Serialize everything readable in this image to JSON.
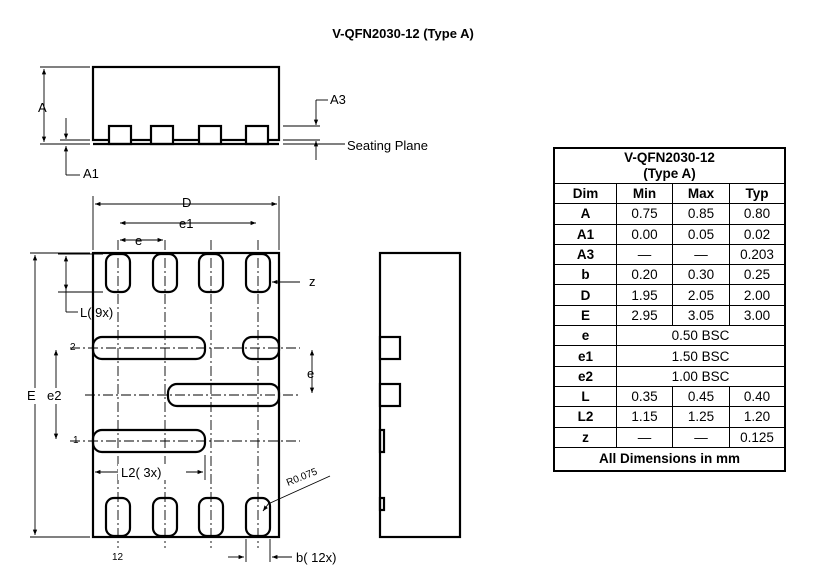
{
  "title": "V-QFN2030-12 (Type A)",
  "labels": {
    "A": "A",
    "A1": "A1",
    "A3": "A3",
    "seating_plane": "Seating Plane",
    "D": "D",
    "e1": "e1",
    "e": "e",
    "z": "z",
    "L": "L( 9x)",
    "E": "E",
    "e2": "e2",
    "L2": "L2( 3x)",
    "R": "R0.075",
    "b": "b( 12x)",
    "pin2": "2",
    "pin1": "1",
    "pin12": "12"
  },
  "table": {
    "title_line1": "V-QFN2030-12",
    "title_line2": "(Type A)",
    "headers": [
      "Dim",
      "Min",
      "Max",
      "Typ"
    ],
    "rows": [
      {
        "dim": "A",
        "min": "0.75",
        "max": "0.85",
        "typ": "0.80"
      },
      {
        "dim": "A1",
        "min": "0.00",
        "max": "0.05",
        "typ": "0.02"
      },
      {
        "dim": "A3",
        "min": "—",
        "max": "—",
        "typ": "0.203"
      },
      {
        "dim": "b",
        "min": "0.20",
        "max": "0.30",
        "typ": "0.25"
      },
      {
        "dim": "D",
        "min": "1.95",
        "max": "2.05",
        "typ": "2.00"
      },
      {
        "dim": "E",
        "min": "2.95",
        "max": "3.05",
        "typ": "3.00"
      },
      {
        "dim": "e",
        "span": "0.50 BSC"
      },
      {
        "dim": "e1",
        "span": "1.50 BSC"
      },
      {
        "dim": "e2",
        "span": "1.00 BSC"
      },
      {
        "dim": "L",
        "min": "0.35",
        "max": "0.45",
        "typ": "0.40"
      },
      {
        "dim": "L2",
        "min": "1.15",
        "max": "1.25",
        "typ": "1.20"
      },
      {
        "dim": "z",
        "min": "—",
        "max": "—",
        "typ": "0.125"
      }
    ],
    "footer": "All Dimensions in mm"
  }
}
